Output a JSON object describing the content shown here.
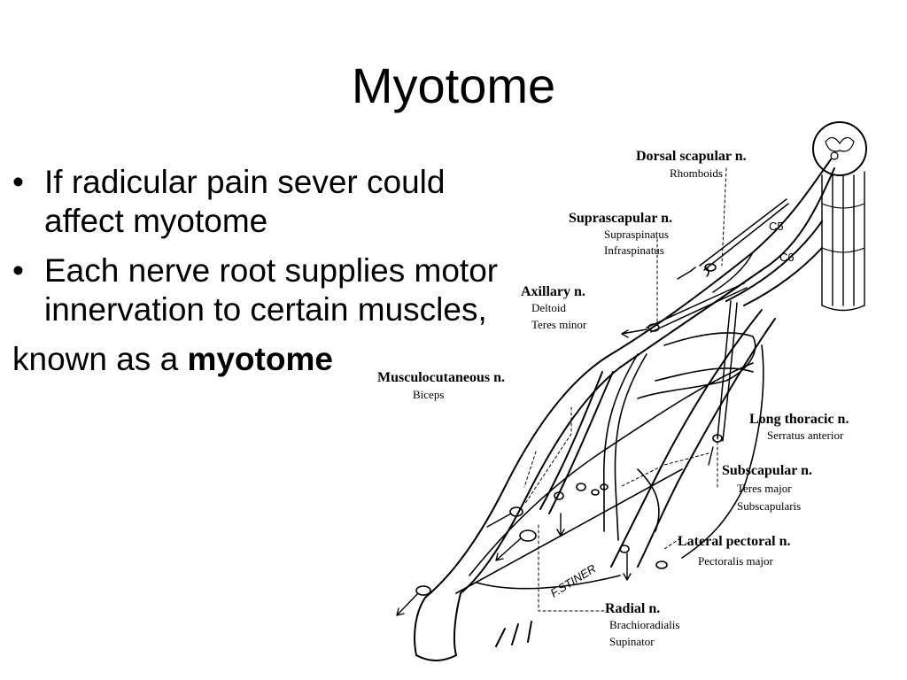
{
  "slide": {
    "title": "Myotome",
    "bullets": [
      "If radicular pain sever could affect myotome",
      "Each nerve root supplies motor innervation to certain muscles,"
    ],
    "trailing_text": "known as a ",
    "trailing_bold": "myotome"
  },
  "figure": {
    "root_labels": [
      "C5",
      "C6"
    ],
    "signature": "F.STINER",
    "nerves": [
      {
        "name": "Dorsal scapular n.",
        "muscles": [
          "Rhomboids"
        ]
      },
      {
        "name": "Suprascapular n.",
        "muscles": [
          "Supraspinatus",
          "Infraspinatus"
        ]
      },
      {
        "name": "Axillary n.",
        "muscles": [
          "Deltoid",
          "Teres minor"
        ]
      },
      {
        "name": "Musculocutaneous n.",
        "muscles": [
          "Biceps"
        ]
      },
      {
        "name": "Long thoracic n.",
        "muscles": [
          "Serratus anterior"
        ]
      },
      {
        "name": "Subscapular n.",
        "muscles": [
          "Teres major",
          "Subscapularis"
        ]
      },
      {
        "name": "Lateral pectoral n.",
        "muscles": [
          "Pectoralis major"
        ]
      },
      {
        "name": "Radial n.",
        "muscles": [
          "Brachioradialis",
          "Supinator"
        ]
      }
    ]
  }
}
